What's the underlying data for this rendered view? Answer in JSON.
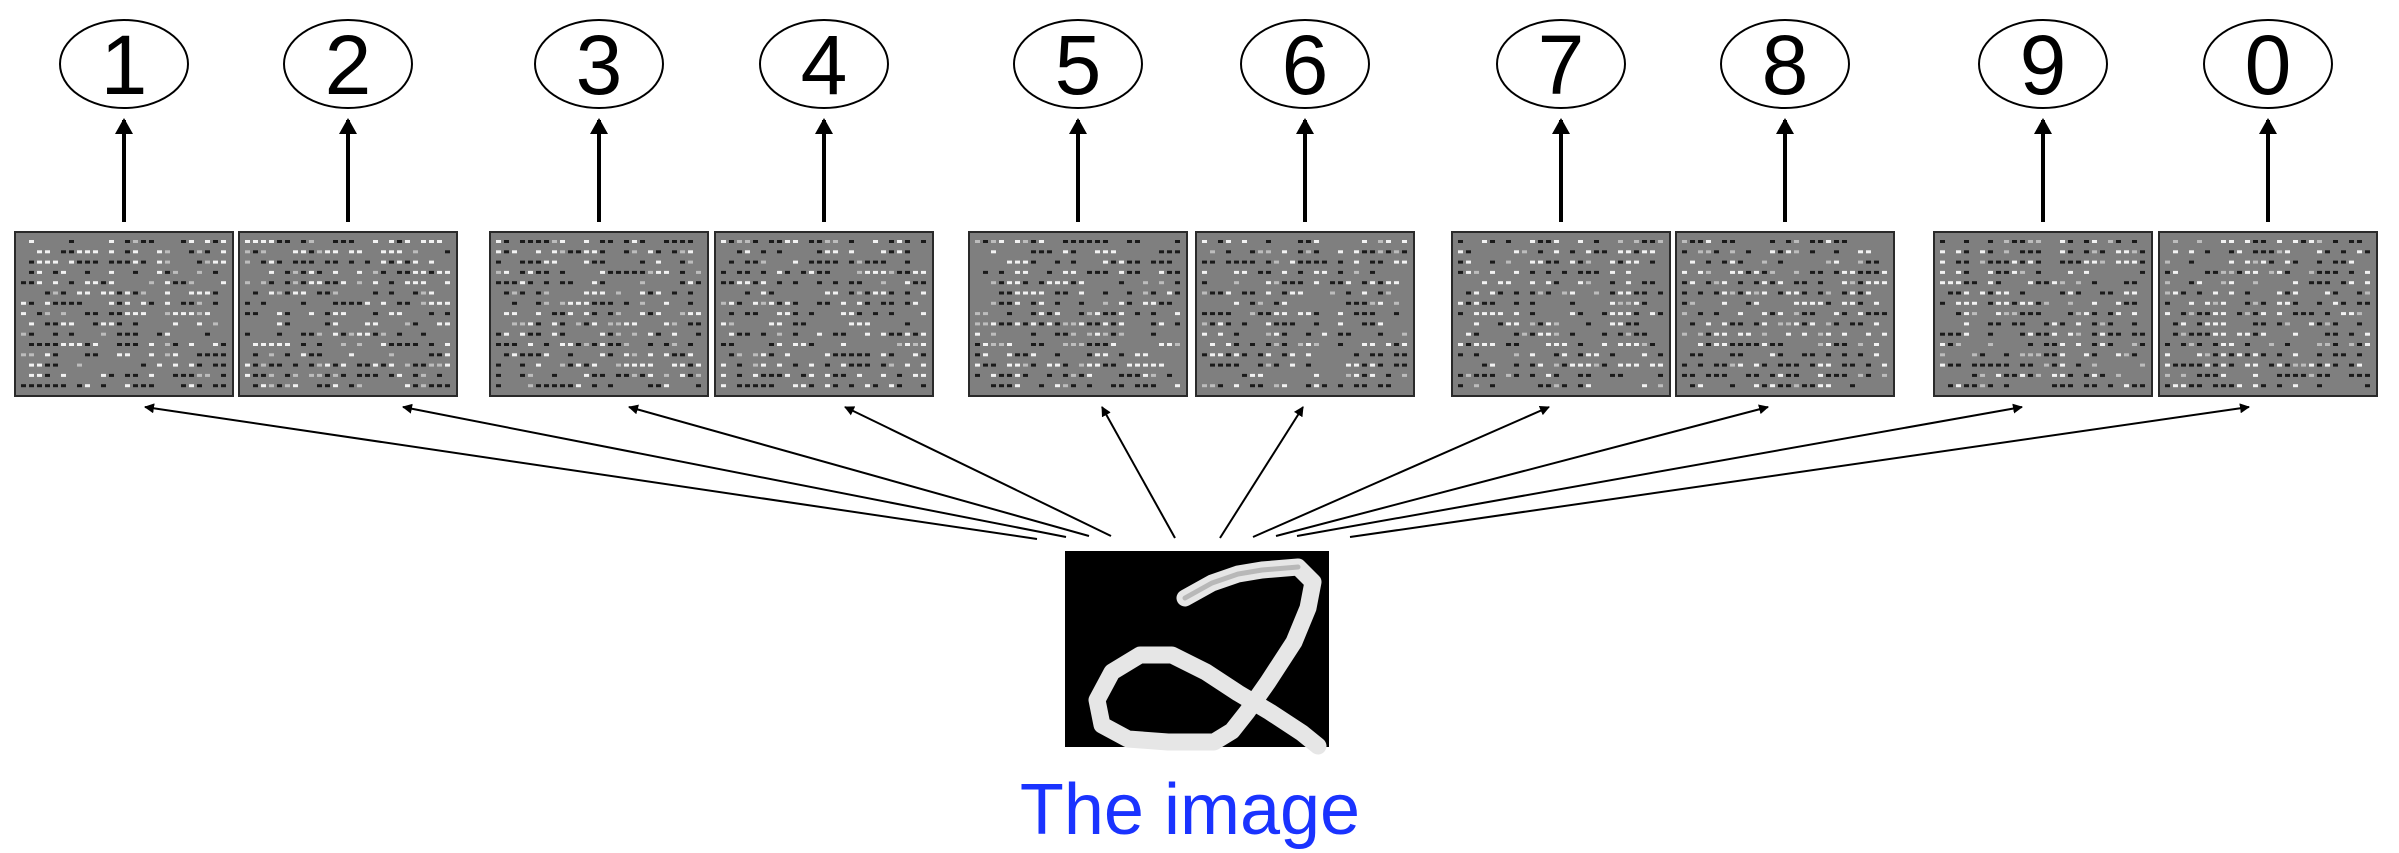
{
  "classes": [
    {
      "label": "1"
    },
    {
      "label": "2"
    },
    {
      "label": "3"
    },
    {
      "label": "4"
    },
    {
      "label": "5"
    },
    {
      "label": "6"
    },
    {
      "label": "7"
    },
    {
      "label": "8"
    },
    {
      "label": "9"
    },
    {
      "label": "0"
    }
  ],
  "input_image": {
    "caption": "The image",
    "depicts": "handwritten digit 2"
  },
  "colors": {
    "caption": "#1a33ff",
    "filter_background": "#7f7f7f",
    "input_background": "#000000",
    "stroke": "#000000"
  }
}
